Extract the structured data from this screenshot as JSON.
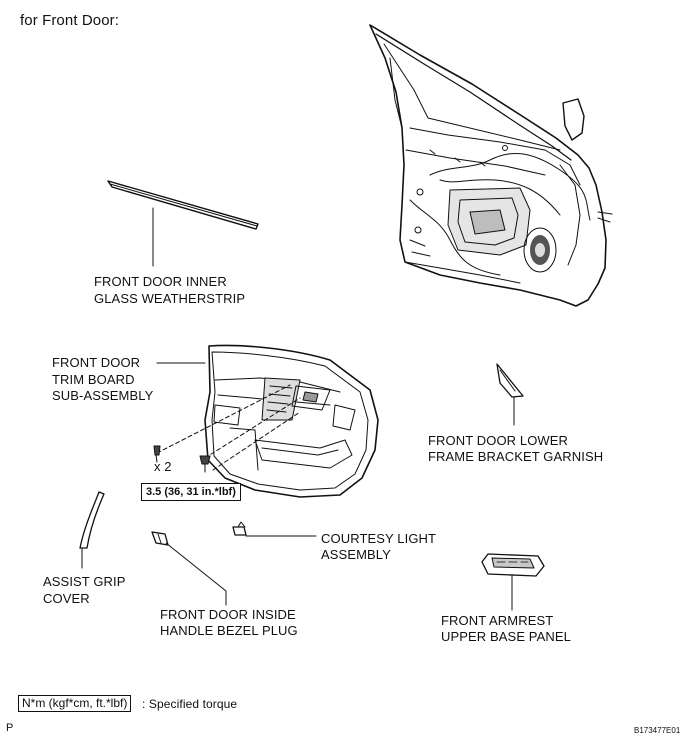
{
  "heading": "for Front Door:",
  "labels": {
    "inner_weatherstrip": [
      "FRONT DOOR INNER",
      "GLASS WEATHERSTRIP"
    ],
    "trim_board": [
      "FRONT DOOR",
      "TRIM BOARD",
      "SUB-ASSEMBLY"
    ],
    "lower_bracket_garnish": [
      "FRONT DOOR LOWER",
      "FRAME BRACKET GARNISH"
    ],
    "courtesy_light": [
      "COURTESY LIGHT",
      "ASSEMBLY"
    ],
    "assist_grip_cover": [
      "ASSIST GRIP",
      "COVER"
    ],
    "inside_handle_plug": [
      "FRONT DOOR INSIDE",
      "HANDLE BEZEL PLUG"
    ],
    "armrest_panel": [
      "FRONT ARMREST",
      "UPPER BASE PANEL"
    ]
  },
  "clip_qty": "x 2",
  "torque_spec": "3.5 (36, 31 in.*lbf)",
  "legend": {
    "box_text": "N*m (kgf*cm, ft.*lbf)",
    "description": ": Specified torque"
  },
  "corner_letter": "P",
  "figure_code": "B173477E01"
}
